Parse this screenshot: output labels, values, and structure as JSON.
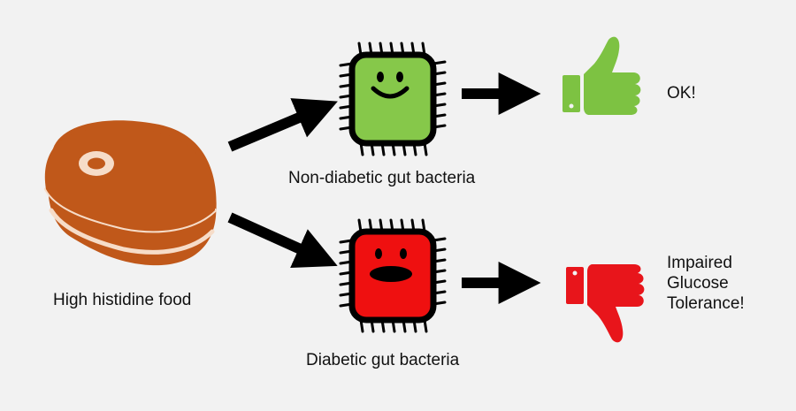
{
  "labels": {
    "food": "High histidine food",
    "non_diabetic": "Non-diabetic gut bacteria",
    "diabetic": "Diabetic gut bacteria",
    "ok": "OK!",
    "impaired_lines": [
      "Impaired",
      "Glucose",
      "Tolerance!"
    ]
  },
  "colors": {
    "background": "#f2f2f2",
    "meat": "#c0581a",
    "meat_highlight": "#f6dcc8",
    "good_bacteria": "#86c84a",
    "bad_bacteria": "#ef1010",
    "thumbs_up": "#7dc242",
    "thumbs_down": "#e8151b",
    "arrow": "#000000"
  },
  "icons": {
    "food": "steak-icon",
    "non_diabetic": "smiling-bacterium-icon",
    "diabetic": "frowning-bacterium-icon",
    "ok": "thumbs-up-icon",
    "bad": "thumbs-down-icon"
  }
}
